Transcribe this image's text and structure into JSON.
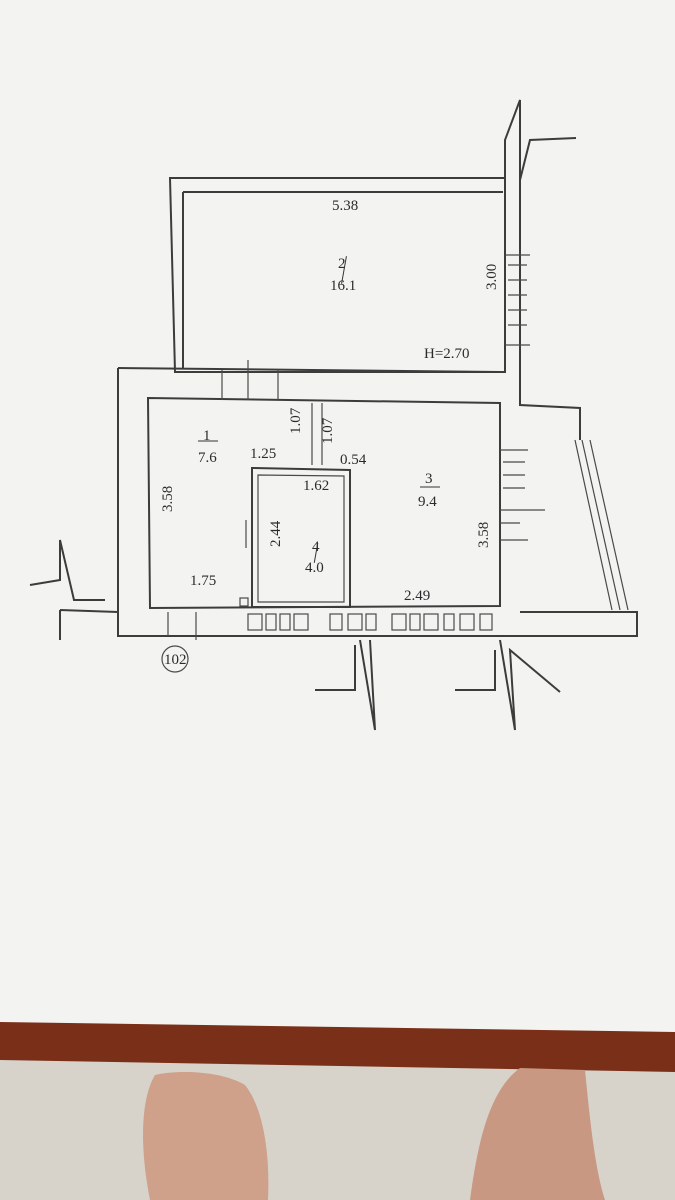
{
  "plan": {
    "ceiling_height": "H=2.70",
    "apartment_number": "102",
    "rooms": [
      {
        "number": "1",
        "area": "7.6"
      },
      {
        "number": "2",
        "area": "16.1"
      },
      {
        "number": "3",
        "area": "9.4"
      },
      {
        "number": "4",
        "area": "4.0"
      }
    ],
    "dimensions": {
      "room2_width": "5.38",
      "room2_depth": "3.00",
      "room1_depth": "3.58",
      "room1_width": "1.75",
      "door_width_a": "1.07",
      "door_width_b": "1.07",
      "corridor_width": "1.25",
      "partition": "0.54",
      "bath_width": "1.62",
      "bath_depth": "2.44",
      "room3_depth": "3.58",
      "room3_width": "2.49"
    }
  }
}
